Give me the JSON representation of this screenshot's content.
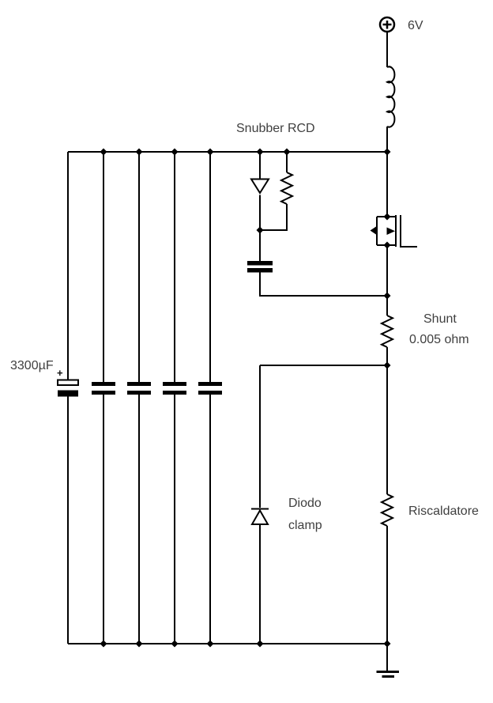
{
  "diagram": {
    "type": "circuit-schematic",
    "background_color": "#ffffff",
    "line_color": "#000000",
    "text_color": "#404040"
  },
  "labels": {
    "supply": "6V",
    "snubber": "Snubber RCD",
    "shunt_name": "Shunt",
    "shunt_value": "0.005 ohm",
    "bulk_capacitance": "3300µF",
    "polarity": "+",
    "clamp_line1": "Diodo",
    "clamp_line2": "clamp",
    "heater": "Riscaldatore"
  },
  "components": [
    {
      "name": "power-terminal",
      "label": "6V"
    },
    {
      "name": "inductor",
      "label": ""
    },
    {
      "name": "capacitor-bank",
      "label": "3300µF",
      "count": 5,
      "first_is_electrolytic": true
    },
    {
      "name": "snubber-rcd",
      "label": "Snubber RCD",
      "parts": [
        "diode",
        "resistor",
        "capacitor"
      ]
    },
    {
      "name": "mosfet",
      "label": ""
    },
    {
      "name": "shunt-resistor",
      "label": "Shunt 0.005 ohm"
    },
    {
      "name": "clamp-diode",
      "label": "Diodo clamp"
    },
    {
      "name": "heater-resistor",
      "label": "Riscaldatore"
    },
    {
      "name": "ground",
      "label": ""
    }
  ]
}
